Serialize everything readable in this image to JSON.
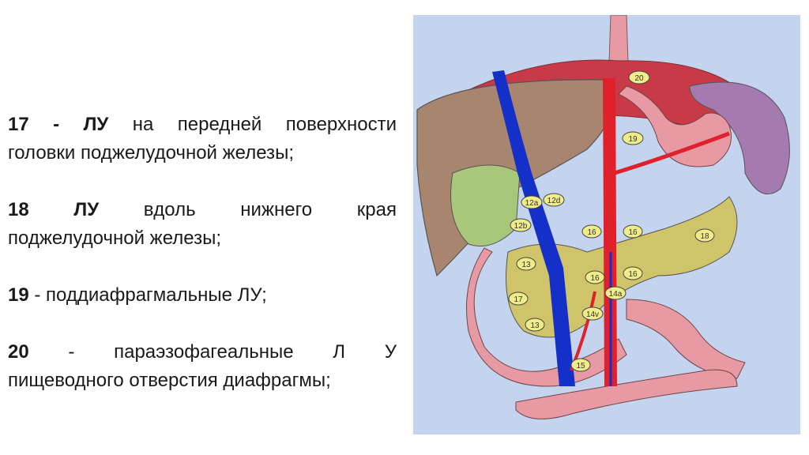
{
  "items": [
    {
      "number": "17",
      "sep": " - ",
      "lead": "ЛУ",
      "rest_line1": " на передней поверхности",
      "line2": "головки поджелудочной железы;"
    },
    {
      "number": "18",
      "sep": " ",
      "lead": "ЛУ",
      "rest_line1": " вдоль нижнего края",
      "line2": "поджелудочной железы;"
    },
    {
      "number": "19",
      "sep": " - ",
      "lead": "",
      "rest_line1": "поддиафрагмальные ЛУ;",
      "line2": ""
    },
    {
      "number": "20",
      "sep": " - ",
      "lead": "",
      "rest_line1": "параэзофагеальные Л У",
      "line2": "пищеводного отверстия диафрагмы;"
    }
  ],
  "figure": {
    "node_labels": [
      "20",
      "19",
      "12a",
      "12d",
      "12b",
      "16",
      "16",
      "18",
      "13",
      "16",
      "16",
      "17",
      "14a",
      "14v",
      "13",
      "15"
    ],
    "colors": {
      "background": "#c5d4ee",
      "liver": "#a7856e",
      "pancreas": "#cfc46a",
      "vessel_red": "#e0202a",
      "vessel_blue": "#1530c8",
      "stomach": "#e79aa4",
      "spleen": "#a57ab0",
      "gallbladder": "#a9c77a",
      "node": "#f0ec8a"
    }
  }
}
